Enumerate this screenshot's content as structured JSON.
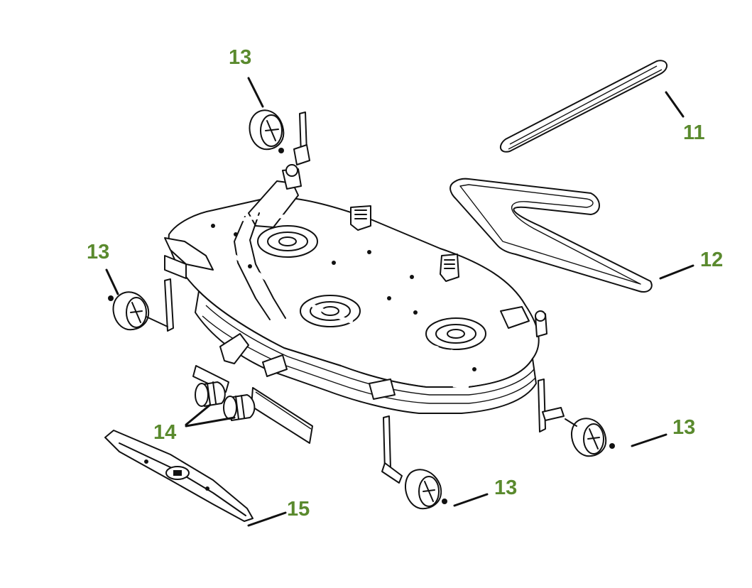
{
  "diagram": {
    "colors": {
      "callout_text": "#5a8a2e",
      "line_art": "#111111",
      "background": "#ffffff"
    },
    "parts": {
      "deck": {
        "icon": "mower-deck-icon"
      },
      "belt_short": {
        "icon": "belt-loop-icon"
      },
      "belt_long": {
        "icon": "belt-serpentine-icon"
      },
      "blade": {
        "icon": "mower-blade-icon"
      },
      "rollers": {
        "icon": "deck-roller-icon"
      },
      "gauge_wheels": {
        "icon": "gauge-wheel-icon"
      }
    },
    "callouts": [
      {
        "label": "13"
      },
      {
        "label": "11"
      },
      {
        "label": "13"
      },
      {
        "label": "12"
      },
      {
        "label": "13"
      },
      {
        "label": "14"
      },
      {
        "label": "13"
      },
      {
        "label": "15"
      }
    ]
  }
}
